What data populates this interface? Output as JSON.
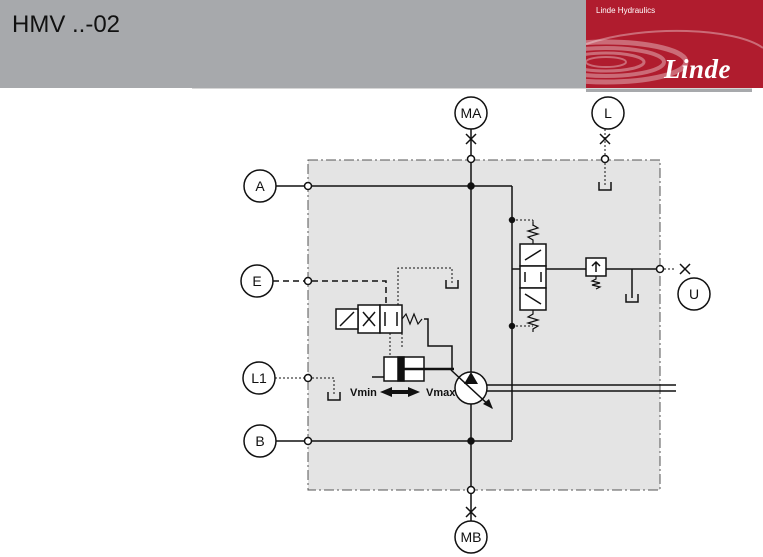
{
  "header": {
    "title": "HMV ..-02",
    "logo": {
      "caption": "Linde Hydraulics",
      "wordmark": "Linde",
      "background": "#b01c2e"
    },
    "background": "#a7a9ac"
  },
  "diagram": {
    "ports": {
      "MA": "MA",
      "L": "L",
      "A": "A",
      "E": "E",
      "U": "U",
      "L1": "L1",
      "B": "B",
      "MB": "MB"
    },
    "labels": {
      "vmin": "Vmin",
      "vmax": "Vmax"
    },
    "colors": {
      "housing_fill": "#e4e4e4",
      "line": "#111111"
    }
  }
}
